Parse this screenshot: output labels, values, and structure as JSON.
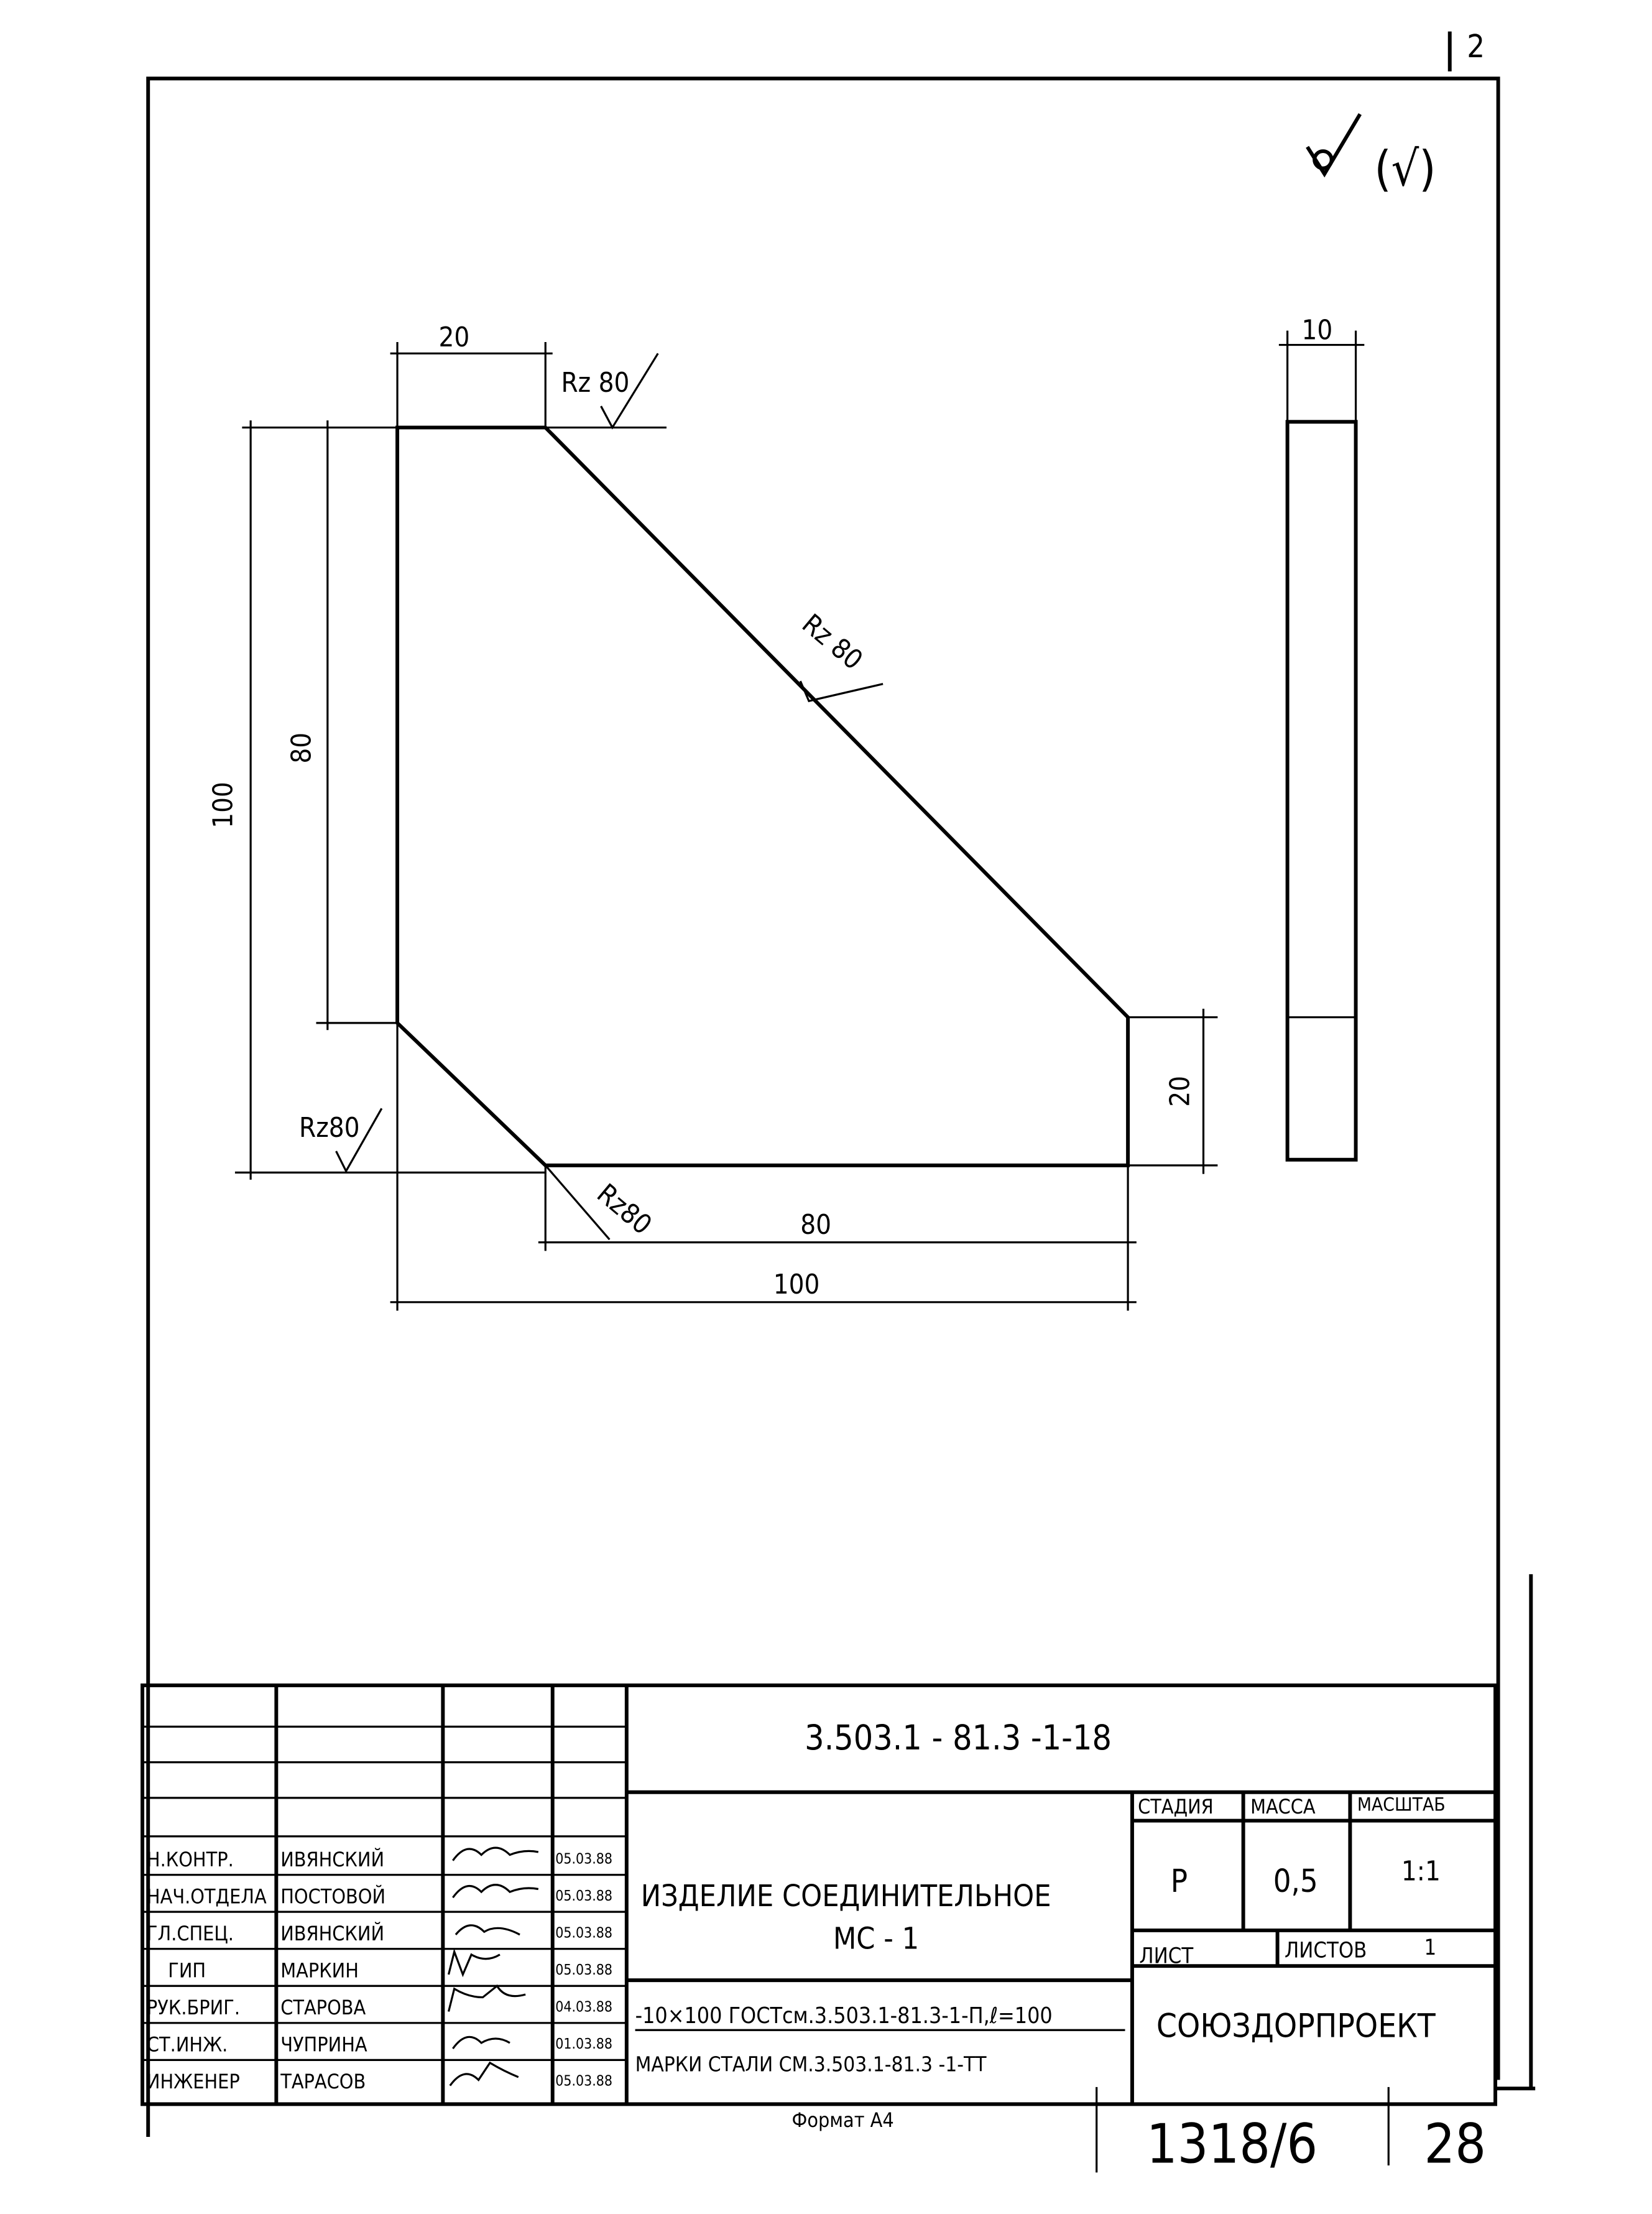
{
  "corner_mark": "2",
  "roughness_symbol": "(√)",
  "dimensions": {
    "top_width": "20",
    "left_outer": "100",
    "left_inner": "80",
    "right_height": "20",
    "bottom_inner": "80",
    "bottom_outer": "100",
    "side_thickness": "10",
    "rz_top": "Rz 80",
    "rz_diag": "Rz 80",
    "rz_left": "Rz80",
    "rz_bottom": "Rz80"
  },
  "title_block": {
    "doc_code": "3.503.1 - 81.3 -1-18",
    "roles": [
      "Н.КОНТР.",
      "НАЧ.ОТДЕЛА",
      "ГЛ.СПЕЦ.",
      "ГИП",
      "РУК.БРИГ.",
      "СТ.ИНЖ.",
      "ИНЖЕНЕР"
    ],
    "names": [
      "ИВЯНСКИЙ",
      "ПОСТОВОЙ",
      "ИВЯНСКИЙ",
      "МАРКИН",
      "СТАРОВА",
      "ЧУПРИНА",
      "ТАРАСОВ"
    ],
    "dates": [
      "05.03.88",
      "05.03.88",
      "05.03.88",
      "05.03.88",
      "04.03.88",
      "01.03.88",
      "05.03.88"
    ],
    "item_name_line1": "ИЗДЕЛИЕ  СОЕДИНИТЕЛЬНОЕ",
    "item_name_line2": "МС - 1",
    "material_line1": "-10×100 ГОСТсм.3.503.1-81.3-1-П,ℓ=100",
    "material_line2": "МАРКИ СТАЛИ СМ.3.503.1-81.3 -1-ТТ",
    "stage_label": "СТАДИЯ",
    "mass_label": "МАССА",
    "scale_label": "МАСШТАБ",
    "stage_value": "Р",
    "mass_value": "0,5",
    "scale_value": "1:1",
    "sheet_label": "ЛИСТ",
    "sheets_label": "ЛИСТОВ",
    "sheets_value": "1",
    "organization": "СОЮЗДОРПРОЕКТ"
  },
  "format_label": "Формат А4",
  "archive_number": "1318/6",
  "page_number": "28"
}
